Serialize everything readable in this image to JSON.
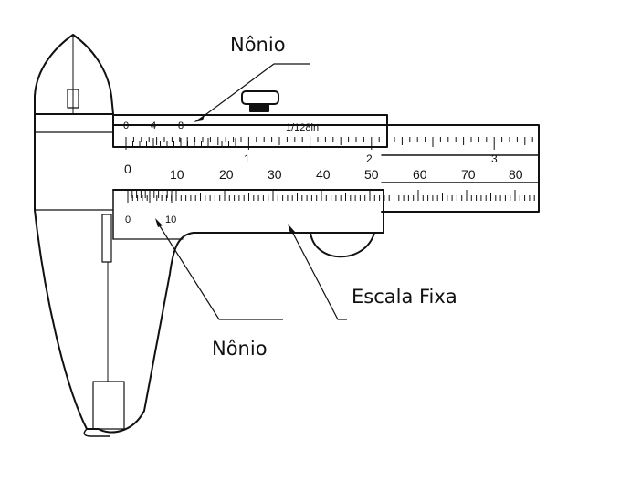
{
  "labels": {
    "nonio_top": "Nônio",
    "nonio_bottom": "Nônio",
    "escala_fixa": "Escala Fixa"
  },
  "vernier_top": {
    "inch_marks": [
      "0",
      "4",
      "8"
    ],
    "resolution": "1/128in"
  },
  "main_inch_scale": {
    "numbers": [
      "1",
      "2",
      "3"
    ]
  },
  "main_mm_scale": {
    "numbers": [
      "0",
      "10",
      "20",
      "30",
      "40",
      "50",
      "60",
      "70",
      "80"
    ]
  },
  "vernier_bottom": {
    "numbers": [
      "0",
      "10"
    ]
  },
  "colors": {
    "line": "#111111",
    "background": "#ffffff"
  }
}
